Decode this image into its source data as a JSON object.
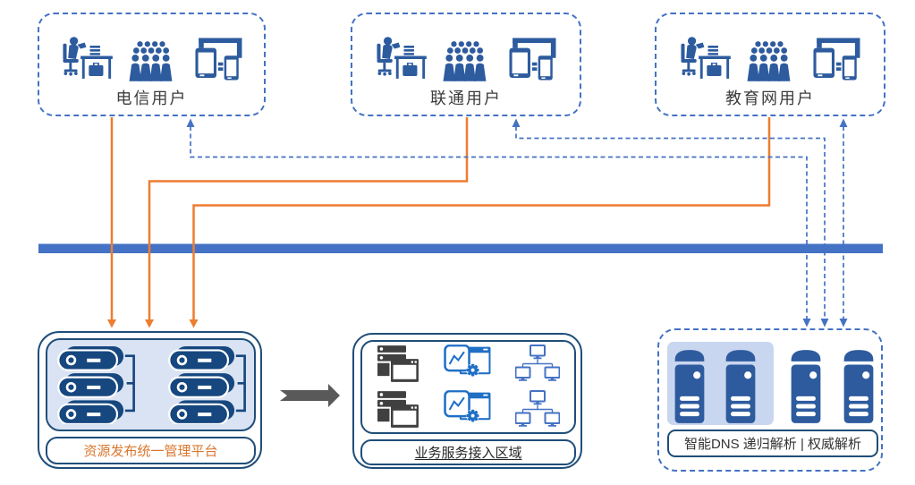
{
  "user_groups": [
    {
      "label": "电信用户"
    },
    {
      "label": "联通用户"
    },
    {
      "label": "教育网用户"
    }
  ],
  "platform": {
    "label": "资源发布统一管理平台"
  },
  "service_area": {
    "label": "业务服务接入区域"
  },
  "dns": {
    "label": "智能DNS 递归解析 | 权威解析"
  },
  "icons": {
    "user_group": [
      "office-user-icon",
      "crowd-icon",
      "responsive-devices-icon"
    ],
    "platform": "server-cluster-icon",
    "service_area": [
      "server-window-icon",
      "monitor-app-icon",
      "network-topology-icon"
    ],
    "dns": "server-tower-icon"
  },
  "colors": {
    "request_line_orange": "#ED7D31",
    "response_line_blue": "#4472C4",
    "backbone_bar_blue": "#4472C4",
    "solid_border_navy": "#1F4E79",
    "dashed_border_blue": "#4472C4",
    "icon_navy": "#2D5B9E",
    "pill_navy": "#16477F",
    "panel_fill_light_blue": "#DAE3F3",
    "dns_highlight_fill": "#C9D6EF",
    "platform_label_orange": "#D9772E",
    "flow_arrow_gray": "#595959",
    "service_icon_gray": "#404040",
    "service_icon_blue": "#1F6FC5"
  }
}
